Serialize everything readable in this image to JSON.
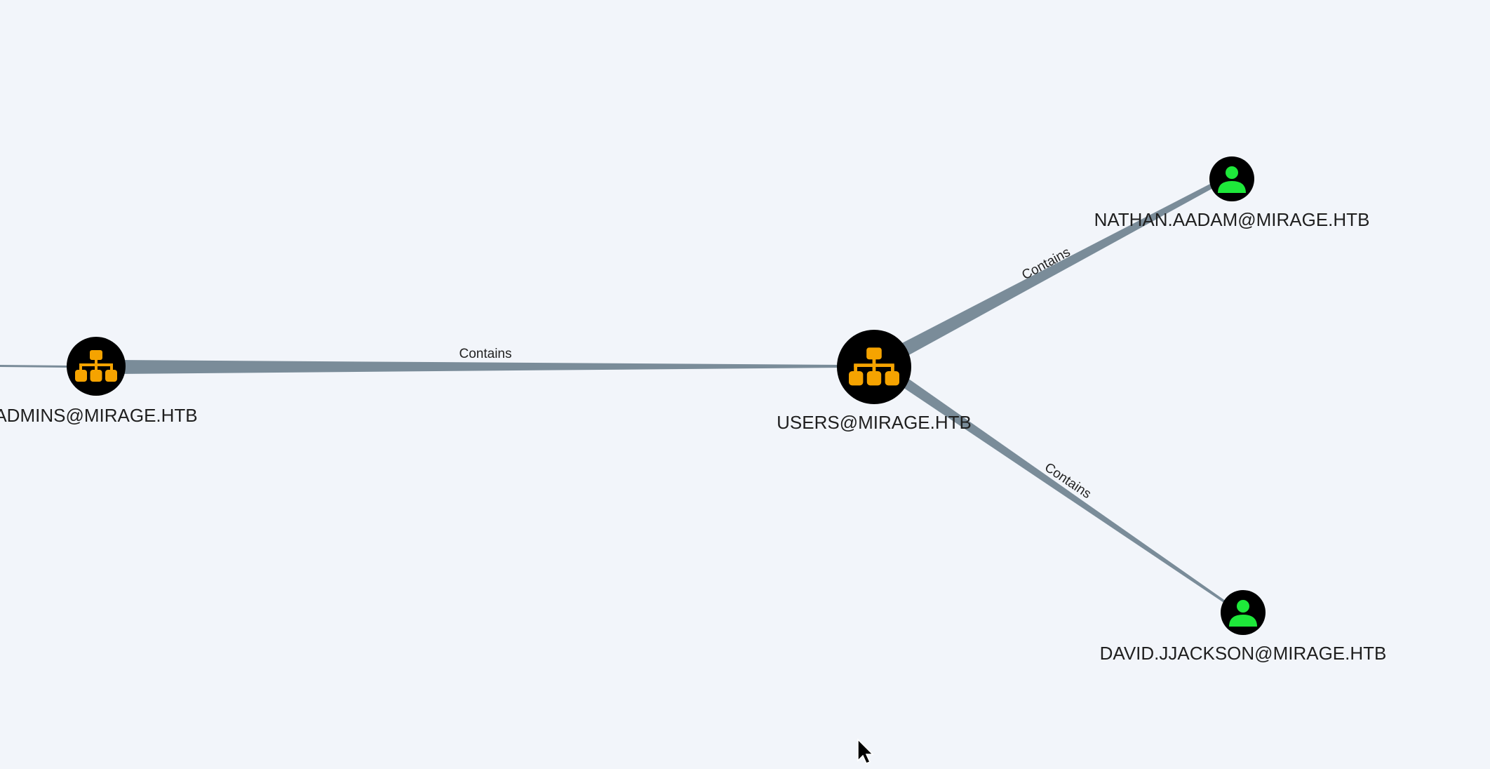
{
  "graph": {
    "nodes": {
      "admins": {
        "label": "ADMINS@MIRAGE.HTB",
        "kind": "group",
        "icon": "group-hierarchy-icon"
      },
      "users": {
        "label": "USERS@MIRAGE.HTB",
        "kind": "group",
        "icon": "group-hierarchy-icon"
      },
      "nathan": {
        "label": "NATHAN.AADAM@MIRAGE.HTB",
        "kind": "user",
        "icon": "user-icon"
      },
      "david": {
        "label": "DAVID.JJACKSON@MIRAGE.HTB",
        "kind": "user",
        "icon": "user-icon"
      }
    },
    "edges": {
      "admins_users": {
        "label": "Contains",
        "from": "admins",
        "to": "users"
      },
      "users_nathan": {
        "label": "Contains",
        "from": "users",
        "to": "nathan"
      },
      "users_david": {
        "label": "Contains",
        "from": "users",
        "to": "david"
      }
    },
    "colors": {
      "background": "#f2f5fa",
      "edge": "#7a8c99",
      "node_fill": "#000000",
      "group_icon": "#f5a300",
      "user_icon": "#1ee83a"
    }
  }
}
